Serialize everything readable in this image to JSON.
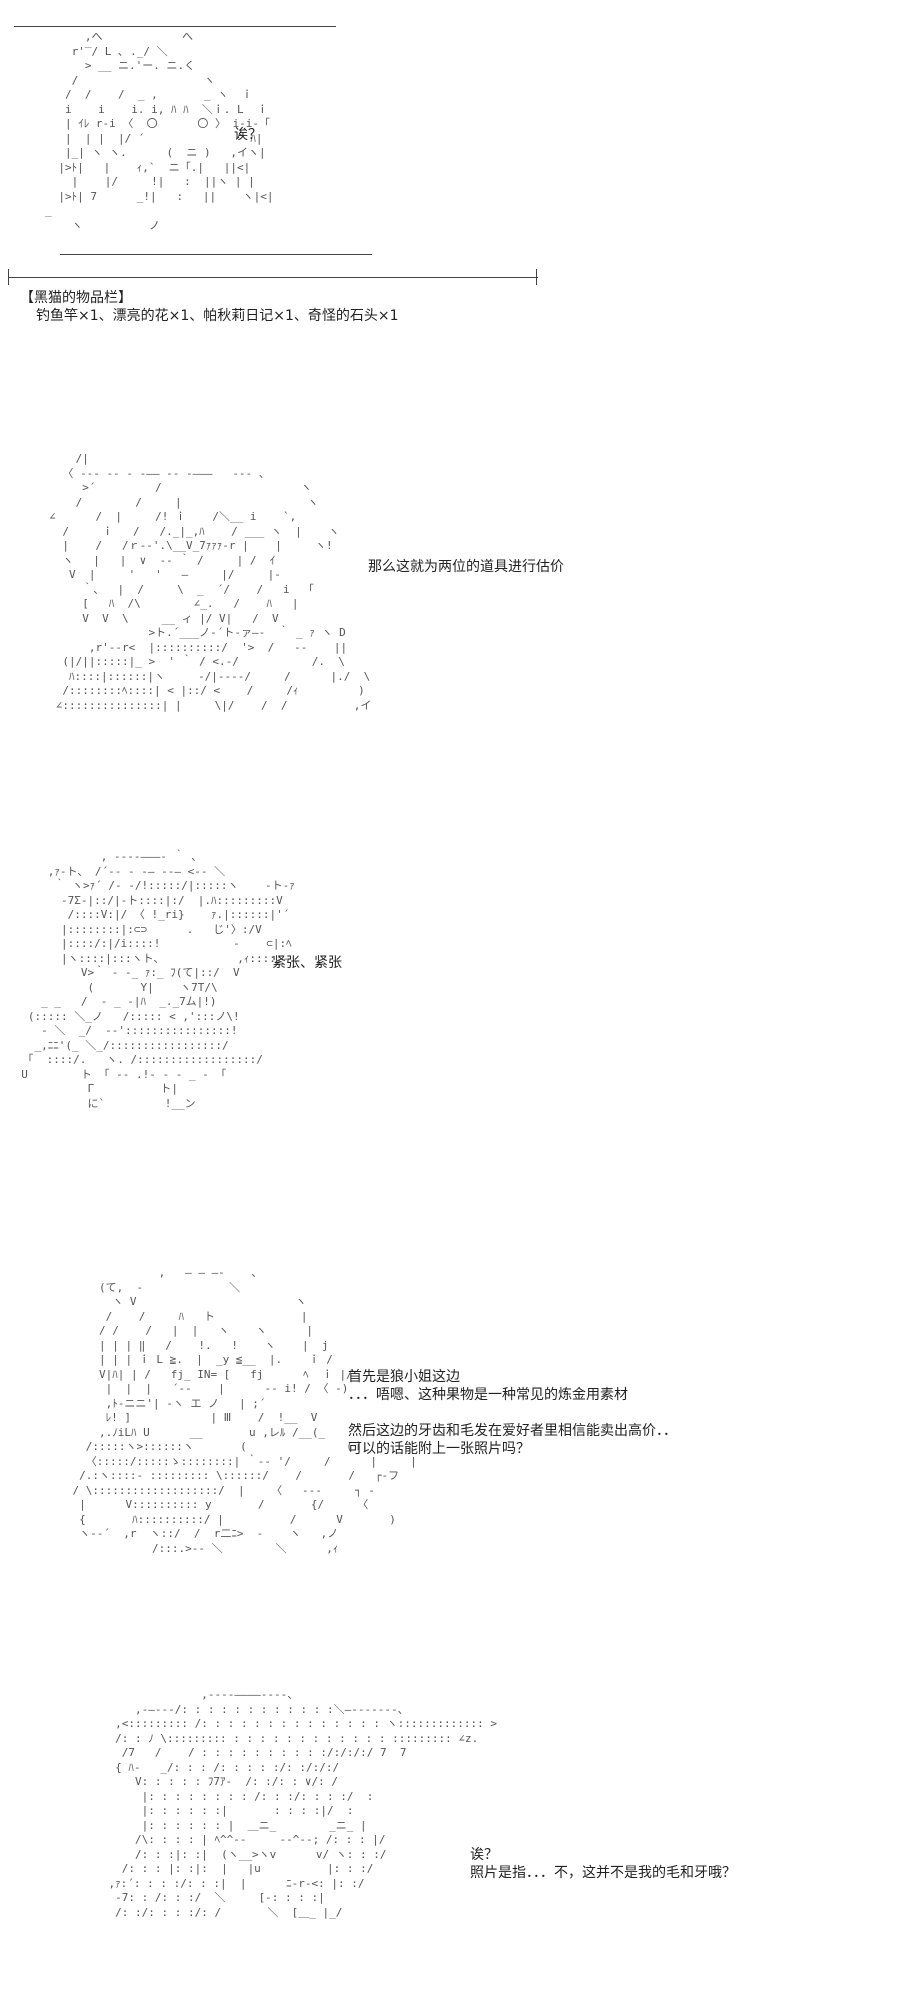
{
  "panel1": {
    "art": "           ,へ            へ\n         r'‾/ L ､ ._/ ＼\n           > __ ニ.'ー. ニ.く\n         /                   ヽ\n        /  /    /  _ ,       _ ヽ  ｉ\n        i    i    i. i, ﾊ ﾊ  ＼ｉ. L  ｉ\n        | ｲﾚ r-i 〈  〇      〇 〉 i-i-「\n        |  | |  |/ ´              ^ ﾊ|\n        |_| ヽ ヽ.      (  ニ )   ,イヽ|\n       |>ﾄ|   |    ｨ,`  ニ「.|   ||<|\n         |    |/     !|   :  ||ヽ | |\n       |>ﾄ| 7      _!|   :   ||    ヽ|<|\n     _                              \n         ヽ          ノ",
    "speech": "诶？",
    "inventory_title": "【黑猫的物品栏】",
    "inventory_items": "钓鱼竿×1、漂亮的花×1、帕秋莉日记×1、奇怪的石头×1"
  },
  "panel2": {
    "art": "         /|\n       〈 ‐‐‐ ‐‐ ‐ ‐―― ‐‐ ‐―――   ‐‐‐ 、\n          >´         /                     ヽ\n         /        /     |                   ヽ\n     ∠      /  |     /! ｉ    /＼__ i    `,\n       /     ｉ   /   /._|_,ﾊ    / ___ ヽ  |    ヽ\n       |    /   /ｒ‐‐'.\\__V_7ｧｧｧ‐r |    |     ヽ!\n       ヽ   |   |  ∨  ‐‐ ｀ /     | /  ｲ\n        V  |     '   '   ―     |/     |‐\n          ｀、  |  /     \\  _  ´/    /   i  「\n          [   ﾊ  /\\        ∠_.   /    ﾊ   |\n          V  V  \\     __ ィ |/ V|   /  V\n                    >ト.´___ノ‐´ト‐ァ―‐  ｀ _ ｧ ヽ D\n           ,r'‐‐r<  |::::::::::/  '>  /   ‐‐    ||\n       (|/||:::::|_ >  ' ｀ / <.-/           /.  \\\n        ﾊ::::|::::::|ヽ     ‐/|‐‐‐‐/     /      |./  \\\n       /::::::::ﾍ::::| < |::/ <    /     /ｨ         )\n      ∠:::::::::::::::| |     \\|/    /  /          ,イ",
    "speech": "那么这就为两位的道具进行估价"
  },
  "panel3": {
    "art": "              , ‐‐‐‐―――‐ ｀ 、\n      ,ｧ‐ト、 /´‐‐ ‐ ‐― ‐‐― <‐‐ ＼\n       ｀ ヽ>ｧ´ /‐ ‐/!:::::/|:::::ヽ    ‐ト‐ｧ\n        ‐7Σ‐|::/|‐ト::::|:/  |.ﾊ:::::::::V\n         /::::V:|/ 〈 !_ri}    ｧ.|::::::|'´\n        |::::::::|:⊂⊃      .   じ'〉:/V\n        |::::/:|/i::::!           ‐    ⊂|:ﾍ\n        |ヽ::::|:::ヽト、           ,ｨ:::::‐\n           V>｀ ‐ -_ ｧ:_ ﾌ(て|::/  V\n            (       Y|    ヽ7T/\\\n     _ _   /  ‐ _ ‐|ﾊ  _._7ム|!)\n   (::::: ＼_ノ   /::::: < ,':::ノ\\!\n     ‐ ＼  _/  ‐‐'::::::::::::::::!\n    _,ﾆﾆ'(_ ＼_/:::::::::::::::::/\n   ｢  ::::/.   ヽ. /::::::::::::::::::/\n  U        ト 「 ‐‐ .!‐ ‐ ‐ _ ‐ 「\n            Γ          ト|\n            に`         !__ン",
    "speech": "紧张、紧张"
  },
  "panel4": {
    "art": "                 ,   ― ― ―‐    、\n        (て,  ‐             ＼\n          ヽ V                        ヽ\n         /    /     ﾊ   ト             |\n        / /    /   |  |   ヽ    ヽ      |\n        | | | ‖   /    !.   !    ヽ    |  j\n        | | | ｉ L ≧.  |  _y ≦__  |.    ｉ /\n        V|ﾊ| | /   fj_ IN= [   fj      ﾍ  ｉ |/\n         |  |  |   ´‐‐    |      ‐‐ i! / 〈 ‐)\n         ,ﾄ‐ニニ'| ‐ヽ エ ノ   | ;´\n         ﾚ! ]            | Ⅲ    /  !__  V\n        ,.ﾉiLﾊ U      __       u ,レﾙ /__(_\n      /:::::ヽ>::::::ヽ       (               (ｉ\n      〈:::::/:::::ゝ::::::::| ｀‐‐ '/     /      |     |\n     /.:ヽ::::‐ ::::::::: \\::::::/    /       /   ┌‐フ\n    / \\:::::::::::::::::::/  |    〈   ‐‐‐     ┐ ‐\n     |      V:::::::::: y       /       {/     〈\n     {       ﾊ::::::::::/ |          /      V       )\n     ヽ‐‐´  ,r  ヽ::/  /  r二ﾆ>  ‐    ヽ   ,ノ\n                /:::.>‐‐ ＼        ＼      ,ｨ",
    "speech": "首先是狼小姐这边\n．．．唔嗯、这种果物是一种常见的炼金用素材\n\n然后这边的牙齿和毛发在爱好者里相信能卖出高价．．\n可以的话能附上一张照片吗？"
  },
  "panel5": {
    "art": "                  ,-‐‐‐――――‐‐‐‐、\n        ,‐―‐‐‐/: : : : : : : : : : : :＼―‐‐‐‐‐‐‐、\n     ,<::::::::: /: : : : : : : : : : : : : : ヽ::::::::::::: >\n     /: : ﾉ \\::::::::: : : : : : : : : : : : : ::::::::: ∠z.\n      /7   /    / : : : : : : : : : :/:/:/:/ 7  7\n     { ﾊ‐   _/: : : /: : : : :/: :/:/:/\n        V: : : : : ﾌ7ｱ‐  /: :/: : ∨/: /\n         |: : : : : : : : /: : :/: : : :/  :\n         |: : : : : :|       : : : :|/  :\n         |: : : : : : |  ＿ニ_        _ニ_ |\n        /\\: : : : | ﾍ^^‐‐     ‐‐^‐-; /: : : |/\n        /: : :|: :|  (ヽ__>ヽv      v/ ヽ: : :/\n      /: : : |: :|:  |   |u          |: : :/\n    ,ｧ:´: : : :/: : :|  |      ﾆ‐r‐<: |: :/\n     ‐7: : /: : :/  ＼     [‐: : : :|\n     /: :/: : : :/: /       ＼  [＿_ |_/",
    "speech": "诶？\n照片是指．．．不，这并不是我的毛和牙哦？"
  }
}
